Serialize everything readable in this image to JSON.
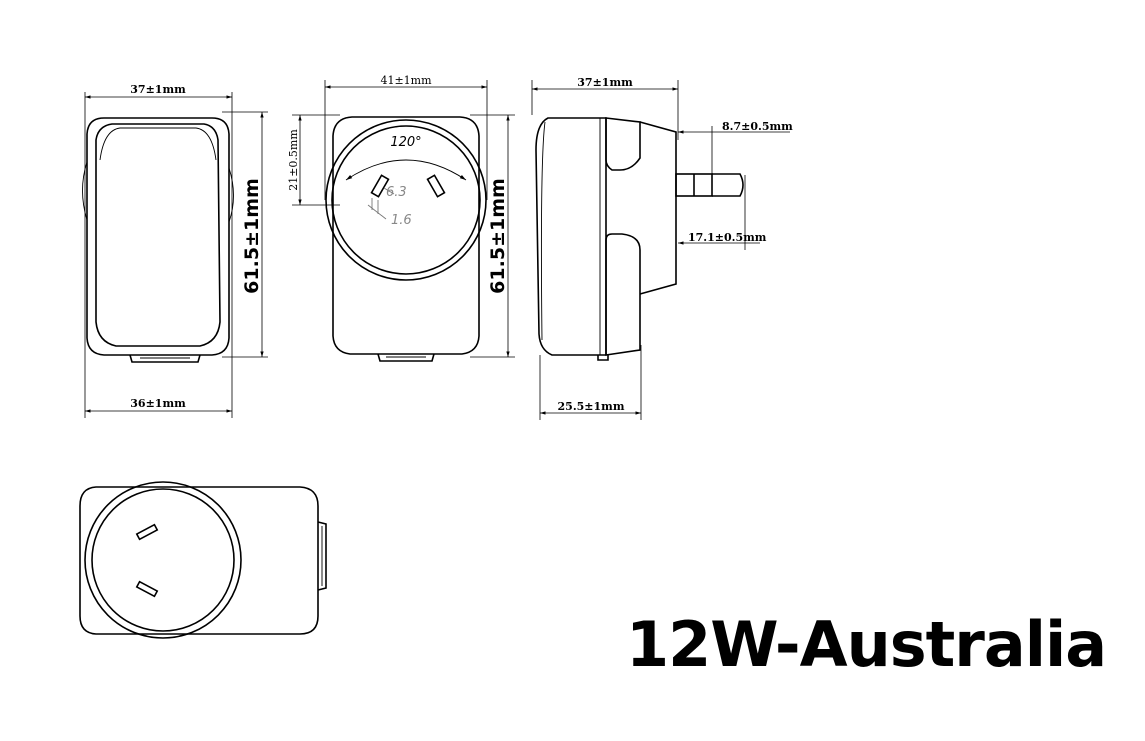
{
  "title": "12W-Australia",
  "front_view": {
    "width_top": "37±1mm",
    "height": "61.5±1mm",
    "width_bottom": "36±1mm"
  },
  "socket_view": {
    "width": "41±1mm",
    "center_offset": "21±0.5mm",
    "height": "61.5±1mm",
    "pin_angle": "120°",
    "pin_length": "6.3",
    "pin_width": "1.6"
  },
  "side_view": {
    "depth_top": "37±1mm",
    "pin_length": "8.7±0.5mm",
    "pin_spacing": "17.1±0.5mm",
    "body_depth": "25.5±1mm"
  }
}
